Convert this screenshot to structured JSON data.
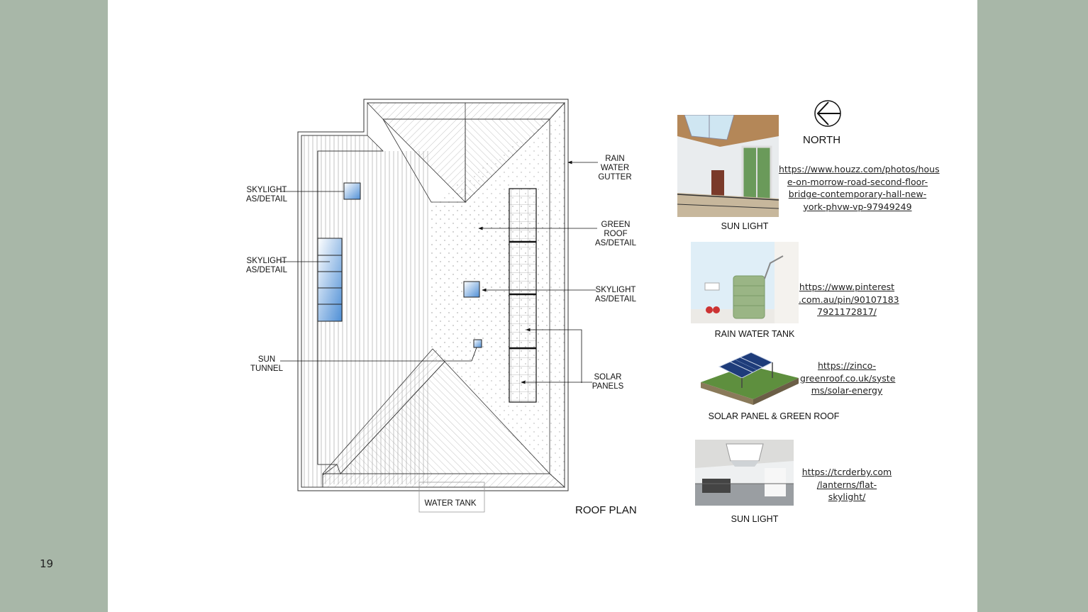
{
  "page": {
    "number": "19"
  },
  "plan": {
    "title": "ROOF PLAN",
    "labels": {
      "skylight_top": "SKYLIGHT\nAS/DETAIL",
      "skylight_left": "SKYLIGHT\nAS/DETAIL",
      "sun_tunnel": "SUN\nTUNNEL",
      "rain_gutter": "RAIN\nWATER\nGUTTER",
      "green_roof": "GREEN\nROOF\nAS/DETAIL",
      "skylight_right": "SKYLIGHT\nAS/DETAIL",
      "solar_panels": "SOLAR\nPANELS",
      "water_tank": "WATER TANK"
    }
  },
  "north": {
    "label": "NORTH"
  },
  "references": [
    {
      "caption": "SUN LIGHT",
      "link": "https://www.houzz.com/photos/hous\ne-on-morrow-road-second-floor-\nbridge-contemporary-hall-new-\nyork-phvw-vp-97949249"
    },
    {
      "caption": "RAIN WATER TANK",
      "link": "https://www.pinterest\n.com.au/pin/90107183\n7921172817/"
    },
    {
      "caption": "SOLAR PANEL & GREEN ROOF",
      "link": "https://zinco-\ngreenroof.co.uk/syste\nms/solar-energy"
    },
    {
      "caption": "SUN LIGHT",
      "link": "https://tcrderby.com\n/lanterns/flat-\nskylight/"
    }
  ]
}
